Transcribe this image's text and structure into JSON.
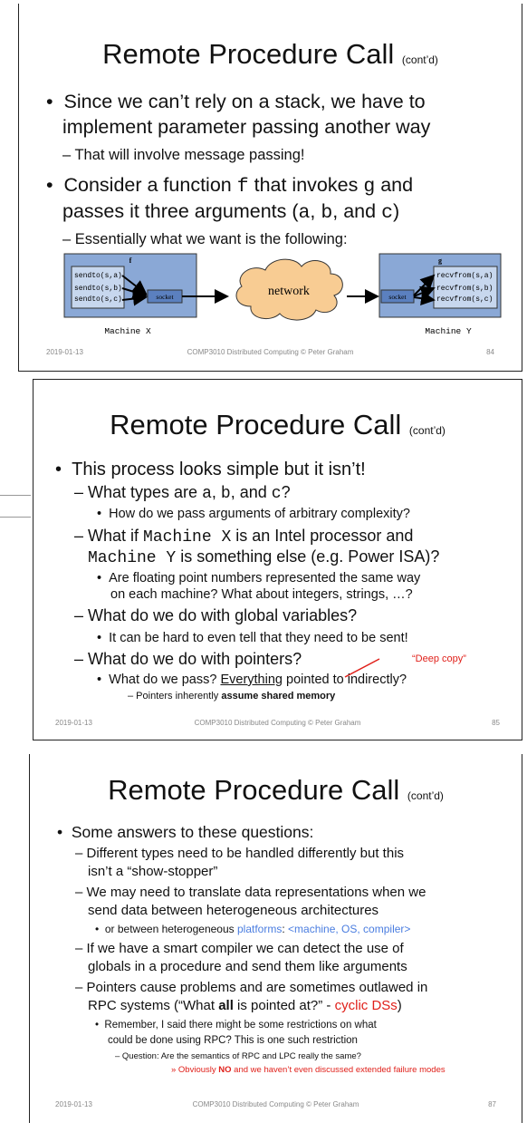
{
  "slide1": {
    "title": "Remote Procedure Call",
    "title_sub": "(cont’d)",
    "bullets": {
      "b1_l1": "Since we can’t rely on a stack, we have to",
      "b1_l2": "implement parameter passing another way",
      "b1_sub": "– That will involve message passing!",
      "b2_l1_pre": "Consider a function ",
      "b2_l1_f": "f",
      "b2_l1_mid": " that invokes ",
      "b2_l1_g": "g",
      "b2_l1_post": " and",
      "b2_l2_pre": "passes it three arguments (",
      "b2_l2_a": "a",
      "b2_l2_sep1": ", ",
      "b2_l2_b": "b",
      "b2_l2_sep2": ", and ",
      "b2_l2_c": "c",
      "b2_l2_post": ")",
      "b2_sub": "– Essentially what we want is the following:"
    },
    "diagram": {
      "left_box_label": "f",
      "right_box_label": "g",
      "sendto": [
        "sendto(s,a)",
        "sendto(s,b)",
        "sendto(s,c)"
      ],
      "recvfrom": [
        "recvfrom(s,a)",
        "recvfrom(s,b)",
        "recvfrom(s,c)"
      ],
      "socket_label": "socket",
      "network_label": "network",
      "machine_x": "Machine X",
      "machine_y": "Machine Y",
      "colors": {
        "box_fill": "#8aa8d6",
        "inner_fill": "#c7d7ee",
        "socket_fill": "#5b80bf",
        "cloud_fill": "#f8cc93"
      }
    },
    "footer": {
      "date": "2019-01-13",
      "course": "COMP3010 Distributed Computing © Peter Graham",
      "page": "84"
    }
  },
  "slide2": {
    "title": "Remote Procedure Call",
    "title_sub": "(cont’d)",
    "l1": "This process looks simple but it isn’t!",
    "l2_pre": "– What types are ",
    "l2_a": "a",
    "l2_sep1": ", ",
    "l2_b": "b",
    "l2_sep2": ", and ",
    "l2_c": "c",
    "l2_post": "?",
    "l3": "How do we pass arguments of arbitrary complexity?",
    "l4_pre": "– What if ",
    "l4_mono": "Machine X",
    "l4_post": " is an Intel processor and",
    "l5_mono": "Machine Y",
    "l5_post": " is something else (e.g. Power ISA)?",
    "l6": "Are floating point numbers represented the same way",
    "l7": "on each machine? What about integers, strings, …?",
    "l8": "– What do we do with global variables?",
    "l9": "It can be hard to even tell that they need to be sent!",
    "l10": "– What do we do with pointers?",
    "annotation": "“Deep copy”",
    "l11_pre": "What do we pass? ",
    "l11_u": "Everything",
    "l11_post": " pointed to indirectly?",
    "l12_pre": "– Pointers inherently ",
    "l12_bold": "assume shared memory",
    "footer": {
      "date": "2019-01-13",
      "course": "COMP3010 Distributed Computing © Peter Graham",
      "page": "85"
    }
  },
  "slide3": {
    "title": "Remote Procedure Call",
    "title_sub": "(cont’d)",
    "l1": "Some answers to these questions:",
    "l2": "– Different types need to be handled differently but this",
    "l3": "isn’t a “show-stopper”",
    "l4": "– We may need to translate data representations when we",
    "l5": "send data between heterogeneous architectures",
    "l6_pre": "or between heterogeneous ",
    "l6_blue1": "platforms",
    "l6_mid": ": ",
    "l6_blue2": "<machine, OS, compiler>",
    "l7": "– If we have a smart compiler we can detect the use of",
    "l8": "globals in a procedure and send them like arguments",
    "l9": "– Pointers cause problems and are sometimes outlawed in",
    "l10_pre": "RPC systems (“What ",
    "l10_bold": "all",
    "l10_mid": " is pointed at?” - ",
    "l10_red": "cyclic DSs",
    "l10_post": ")",
    "l11": "Remember, I said there might be some restrictions on what",
    "l12": "could be done using RPC? This is one such restriction",
    "l13": "– Question: Are the semantics of RPC and LPC really the same?",
    "l14_pre": "» Obviously ",
    "l14_bold": "NO",
    "l14_post": " and we haven’t even discussed extended failure modes",
    "footer": {
      "date": "2019-01-13",
      "course": "COMP3010 Distributed Computing © Peter Graham",
      "page": "87"
    }
  }
}
